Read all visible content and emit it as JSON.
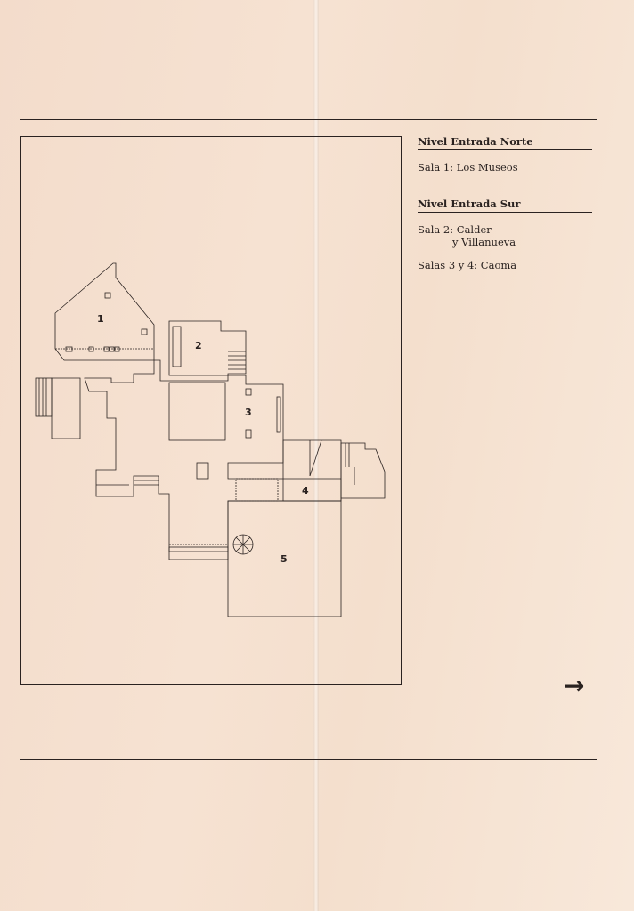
{
  "legend": {
    "north_heading": "Nivel Entrada Norte",
    "north_items": [
      "Sala 1: Los Museos"
    ],
    "south_heading": "Nivel Entrada Sur",
    "south_item_1_line1": "Sala 2: Calder",
    "south_item_1_line2": "y Villanueva",
    "south_item_2": "Salas 3 y 4: Caoma"
  },
  "plan": {
    "room_labels": [
      "1",
      "2",
      "3",
      "4",
      "5"
    ]
  },
  "navigation": {
    "next_arrow": "→"
  },
  "colors": {
    "paper": "#f4dfcd",
    "ink": "#2a2220"
  }
}
